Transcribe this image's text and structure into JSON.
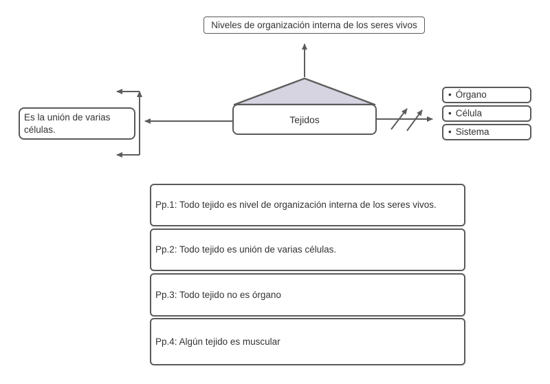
{
  "diagram": {
    "title_box": {
      "text": "Niveles de organización interna de los seres vivos"
    },
    "center_box": {
      "text": "Tejidos"
    },
    "left_box": {
      "text": "Es la unión de varias células."
    },
    "right_list": {
      "items": [
        {
          "bullet": "•",
          "label": "Órgano"
        },
        {
          "bullet": "•",
          "label": "Célula"
        },
        {
          "bullet": "•",
          "label": "Sistema"
        }
      ]
    },
    "premises": [
      {
        "text": "Pp.1: Todo tejido es nivel de organización interna de los seres vivos."
      },
      {
        "text": "Pp.2: Todo tejido es unión de varias células."
      },
      {
        "text": "Pp.3: Todo tejido no es órgano"
      },
      {
        "text": "Pp.4: Algún tejido es muscular"
      }
    ],
    "colors": {
      "border": "#595959",
      "arrow": "#5c5c5c",
      "triangle_fill": "#d6d4e0",
      "text": "#333333",
      "background": "#ffffff"
    }
  }
}
